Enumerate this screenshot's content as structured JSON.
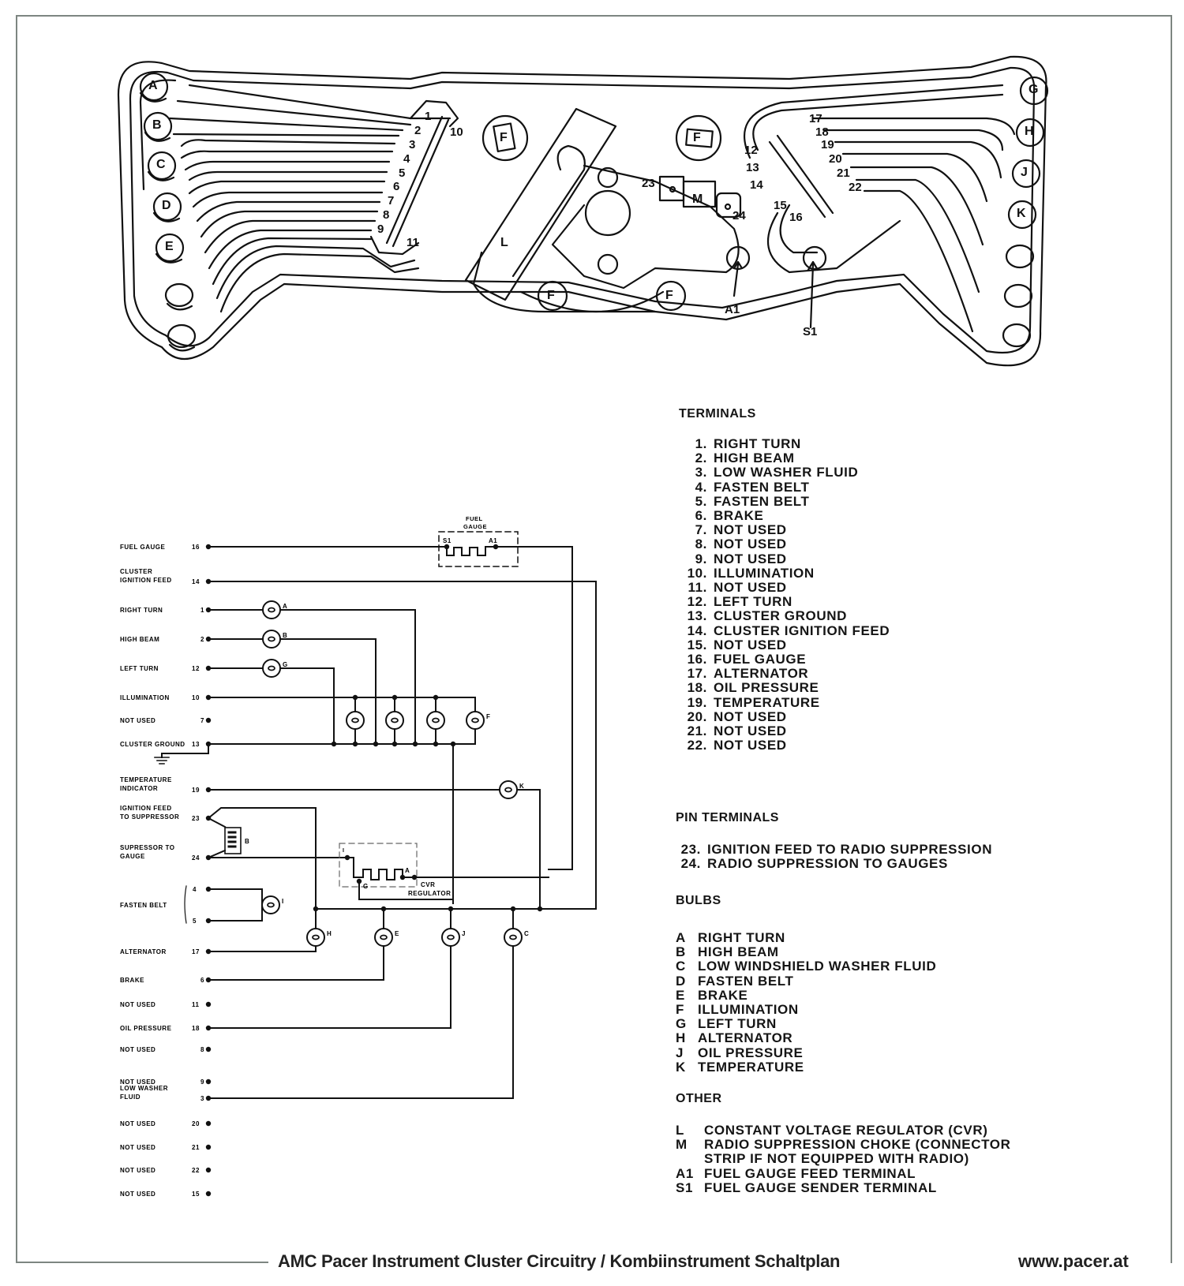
{
  "footer": {
    "title": "AMC Pacer Instrument Cluster Circuitry / Kombiinstrument Schaltplan",
    "url": "www.pacer.at"
  },
  "board": {
    "bulb_sockets_left": [
      "A",
      "B",
      "C",
      "D",
      "E"
    ],
    "bulb_sockets_right": [
      "G",
      "H",
      "J",
      "K"
    ],
    "illumination_sockets": [
      "F",
      "F",
      "F",
      "F"
    ],
    "terminals_left": [
      "1",
      "2",
      "3",
      "4",
      "5",
      "6",
      "7",
      "8",
      "9",
      "10",
      "11"
    ],
    "terminals_right": [
      "12",
      "13",
      "14",
      "15",
      "16",
      "17",
      "18",
      "19",
      "20",
      "21",
      "22"
    ],
    "pin_terminals": [
      "23",
      "24"
    ],
    "components": {
      "cvr": "L",
      "choke": "M"
    },
    "gauge_terminals": [
      "A1",
      "S1"
    ]
  },
  "schematic": {
    "fuel_gauge_box": {
      "title_line1": "FUEL",
      "title_line2": "GAUGE",
      "pin_s": "S1",
      "pin_a": "A1"
    },
    "cvr_box": {
      "label_line1": "CVR",
      "label_line2": "REGULATOR",
      "pin_i": "I",
      "pin_a": "A",
      "pin_g": "G"
    },
    "choke_label": "B",
    "rows": [
      {
        "label": [
          "FUEL GAUGE"
        ],
        "terminal": "16"
      },
      {
        "label": [
          "CLUSTER",
          "IGNITION FEED"
        ],
        "terminal": "14"
      },
      {
        "label": [
          "RIGHT TURN"
        ],
        "terminal": "1",
        "bulb": "A"
      },
      {
        "label": [
          "HIGH BEAM"
        ],
        "terminal": "2",
        "bulb": "B"
      },
      {
        "label": [
          "LEFT TURN"
        ],
        "terminal": "12",
        "bulb": "G"
      },
      {
        "label": [
          "ILLUMINATION"
        ],
        "terminal": "10"
      },
      {
        "label": [
          "NOT USED"
        ],
        "terminal": "7"
      },
      {
        "label": [
          "CLUSTER GROUND"
        ],
        "terminal": "13"
      },
      {
        "label": [
          "TEMPERATURE",
          "INDICATOR"
        ],
        "terminal": "19",
        "bulb": "K"
      },
      {
        "label": [
          "IGNITION FEED",
          "TO SUPPRESSOR"
        ],
        "terminal": "23"
      },
      {
        "label": [
          "SUPRESSOR TO",
          "GAUGE"
        ],
        "terminal": "24"
      },
      {
        "label": [
          "FASTEN BELT"
        ],
        "terminal": "4",
        "terminal2": "5",
        "bulb": "I"
      },
      {
        "label": [
          "ALTERNATOR"
        ],
        "terminal": "17",
        "bulb": "H"
      },
      {
        "label": [
          "BRAKE"
        ],
        "terminal": "6",
        "bulb": "E"
      },
      {
        "label": [
          "NOT USED"
        ],
        "terminal": "11"
      },
      {
        "label": [
          "OIL PRESSURE"
        ],
        "terminal": "18",
        "bulb": "J"
      },
      {
        "label": [
          "NOT USED"
        ],
        "terminal": "8"
      },
      {
        "label": [
          "NOT USED"
        ],
        "terminal": "9"
      },
      {
        "label": [
          "LOW WASHER",
          "FLUID"
        ],
        "terminal": "3",
        "bulb": "C"
      },
      {
        "label": [
          "NOT USED"
        ],
        "terminal": "20"
      },
      {
        "label": [
          "NOT USED"
        ],
        "terminal": "21"
      },
      {
        "label": [
          "NOT USED"
        ],
        "terminal": "22"
      },
      {
        "label": [
          "NOT USED"
        ],
        "terminal": "15"
      }
    ],
    "illumination_bulb_label": "F"
  },
  "legend": {
    "terminals_heading": "TERMINALS",
    "terminals": [
      {
        "n": "1.",
        "text": "RIGHT TURN"
      },
      {
        "n": "2.",
        "text": "HIGH BEAM"
      },
      {
        "n": "3.",
        "text": "LOW WASHER FLUID"
      },
      {
        "n": "4.",
        "text": "FASTEN BELT"
      },
      {
        "n": "5.",
        "text": "FASTEN BELT"
      },
      {
        "n": "6.",
        "text": "BRAKE"
      },
      {
        "n": "7.",
        "text": "NOT USED"
      },
      {
        "n": "8.",
        "text": "NOT USED"
      },
      {
        "n": "9.",
        "text": "NOT USED"
      },
      {
        "n": "10.",
        "text": "ILLUMINATION"
      },
      {
        "n": "11.",
        "text": "NOT USED"
      },
      {
        "n": "12.",
        "text": "LEFT TURN"
      },
      {
        "n": "13.",
        "text": "CLUSTER GROUND"
      },
      {
        "n": "14.",
        "text": "CLUSTER IGNITION FEED"
      },
      {
        "n": "15.",
        "text": "NOT USED"
      },
      {
        "n": "16.",
        "text": "FUEL GAUGE"
      },
      {
        "n": "17.",
        "text": "ALTERNATOR"
      },
      {
        "n": "18.",
        "text": "OIL PRESSURE"
      },
      {
        "n": "19.",
        "text": "TEMPERATURE"
      },
      {
        "n": "20.",
        "text": "NOT USED"
      },
      {
        "n": "21.",
        "text": "NOT USED"
      },
      {
        "n": "22.",
        "text": "NOT USED"
      }
    ],
    "pin_heading": "PIN TERMINALS",
    "pins": [
      {
        "n": "23.",
        "text": "IGNITION FEED TO RADIO SUPPRESSION"
      },
      {
        "n": "24.",
        "text": "RADIO SUPPRESSION TO GAUGES"
      }
    ],
    "bulbs_heading": "BULBS",
    "bulbs": [
      {
        "k": "A",
        "text": "RIGHT TURN"
      },
      {
        "k": "B",
        "text": "HIGH BEAM"
      },
      {
        "k": "C",
        "text": "LOW WINDSHIELD WASHER FLUID"
      },
      {
        "k": "D",
        "text": "FASTEN BELT"
      },
      {
        "k": "E",
        "text": "BRAKE"
      },
      {
        "k": "F",
        "text": "ILLUMINATION"
      },
      {
        "k": "G",
        "text": "LEFT TURN"
      },
      {
        "k": "H",
        "text": "ALTERNATOR"
      },
      {
        "k": "J",
        "text": "OIL PRESSURE"
      },
      {
        "k": "K",
        "text": "TEMPERATURE"
      }
    ],
    "other_heading": "OTHER",
    "other": [
      {
        "k": "L",
        "text": "CONSTANT VOLTAGE REGULATOR (CVR)"
      },
      {
        "k": "M",
        "text": "RADIO SUPPRESSION CHOKE (CONNECTOR"
      },
      {
        "k": "",
        "text": "STRIP IF NOT EQUIPPED WITH RADIO)"
      },
      {
        "k": "A1",
        "text": "FUEL GAUGE FEED TERMINAL"
      },
      {
        "k": "S1",
        "text": "FUEL GAUGE SENDER TERMINAL"
      }
    ]
  }
}
